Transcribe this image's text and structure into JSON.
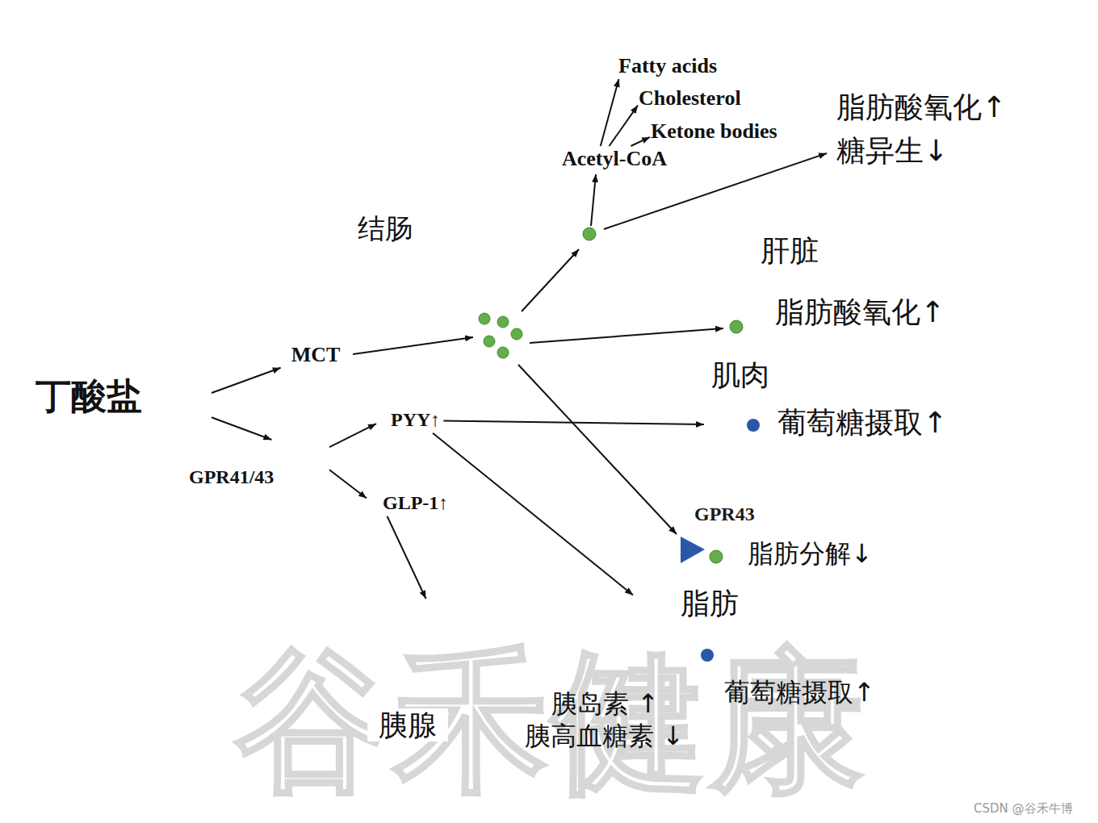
{
  "diagram": {
    "nodes": [
      {
        "text": [
          "丁酸盐"
        ]
      },
      {
        "text": [
          "结肠"
        ]
      },
      {
        "text": [
          "MCT"
        ],
        "in": 1
      },
      {
        "text": [
          "GPR41/43"
        ],
        "in": 1
      },
      {
        "text": [
          "PYY↑"
        ],
        "in": 1
      },
      {
        "text": [
          "GLP-1↑"
        ],
        "in": 1
      },
      {
        "text": [
          "肝脏"
        ]
      },
      {
        "text": [
          "Fatty acids"
        ],
        "in": 6
      },
      {
        "text": [
          "Cholesterol"
        ],
        "in": 6
      },
      {
        "text": [
          "Ketone bodies"
        ],
        "in": 6
      },
      {
        "text": [
          "Acetyl-CoA"
        ],
        "in": 6
      },
      {
        "text": [
          "肌肉"
        ]
      },
      {
        "text": [
          "脂肪"
        ]
      },
      {
        "text": [
          "胰腺"
        ]
      }
    ],
    "edges": [
      {
        "from": 0,
        "to": 2,
        "arrow": "to"
      },
      {
        "from": 0,
        "to": 3,
        "arrow": "to"
      },
      {
        "from": 3,
        "to": 4,
        "arrow": "to"
      },
      {
        "from": 3,
        "to": 5,
        "arrow": "to"
      },
      {
        "from": 10,
        "to": 7,
        "arrow": "to"
      },
      {
        "from": 10,
        "to": 8,
        "arrow": "to"
      },
      {
        "from": 10,
        "to": 9,
        "arrow": "to"
      },
      {
        "from": 4,
        "to": 11,
        "arrow": "to"
      },
      {
        "from": 4,
        "to": 12,
        "arrow": "to"
      },
      {
        "from": 5,
        "to": 13,
        "arrow": "to"
      }
    ],
    "labels": [
      "谷禾健康",
      "脂肪酸氧化↑",
      "糖异生↓",
      "脂肪酸氧化↑",
      "葡萄糖摄取↑",
      "GPR43",
      "脂肪分解↓",
      "葡萄糖摄取↑",
      "胰岛素 ↑",
      "胰高血糖素 ↓",
      "CSDN @谷禾牛博"
    ]
  }
}
